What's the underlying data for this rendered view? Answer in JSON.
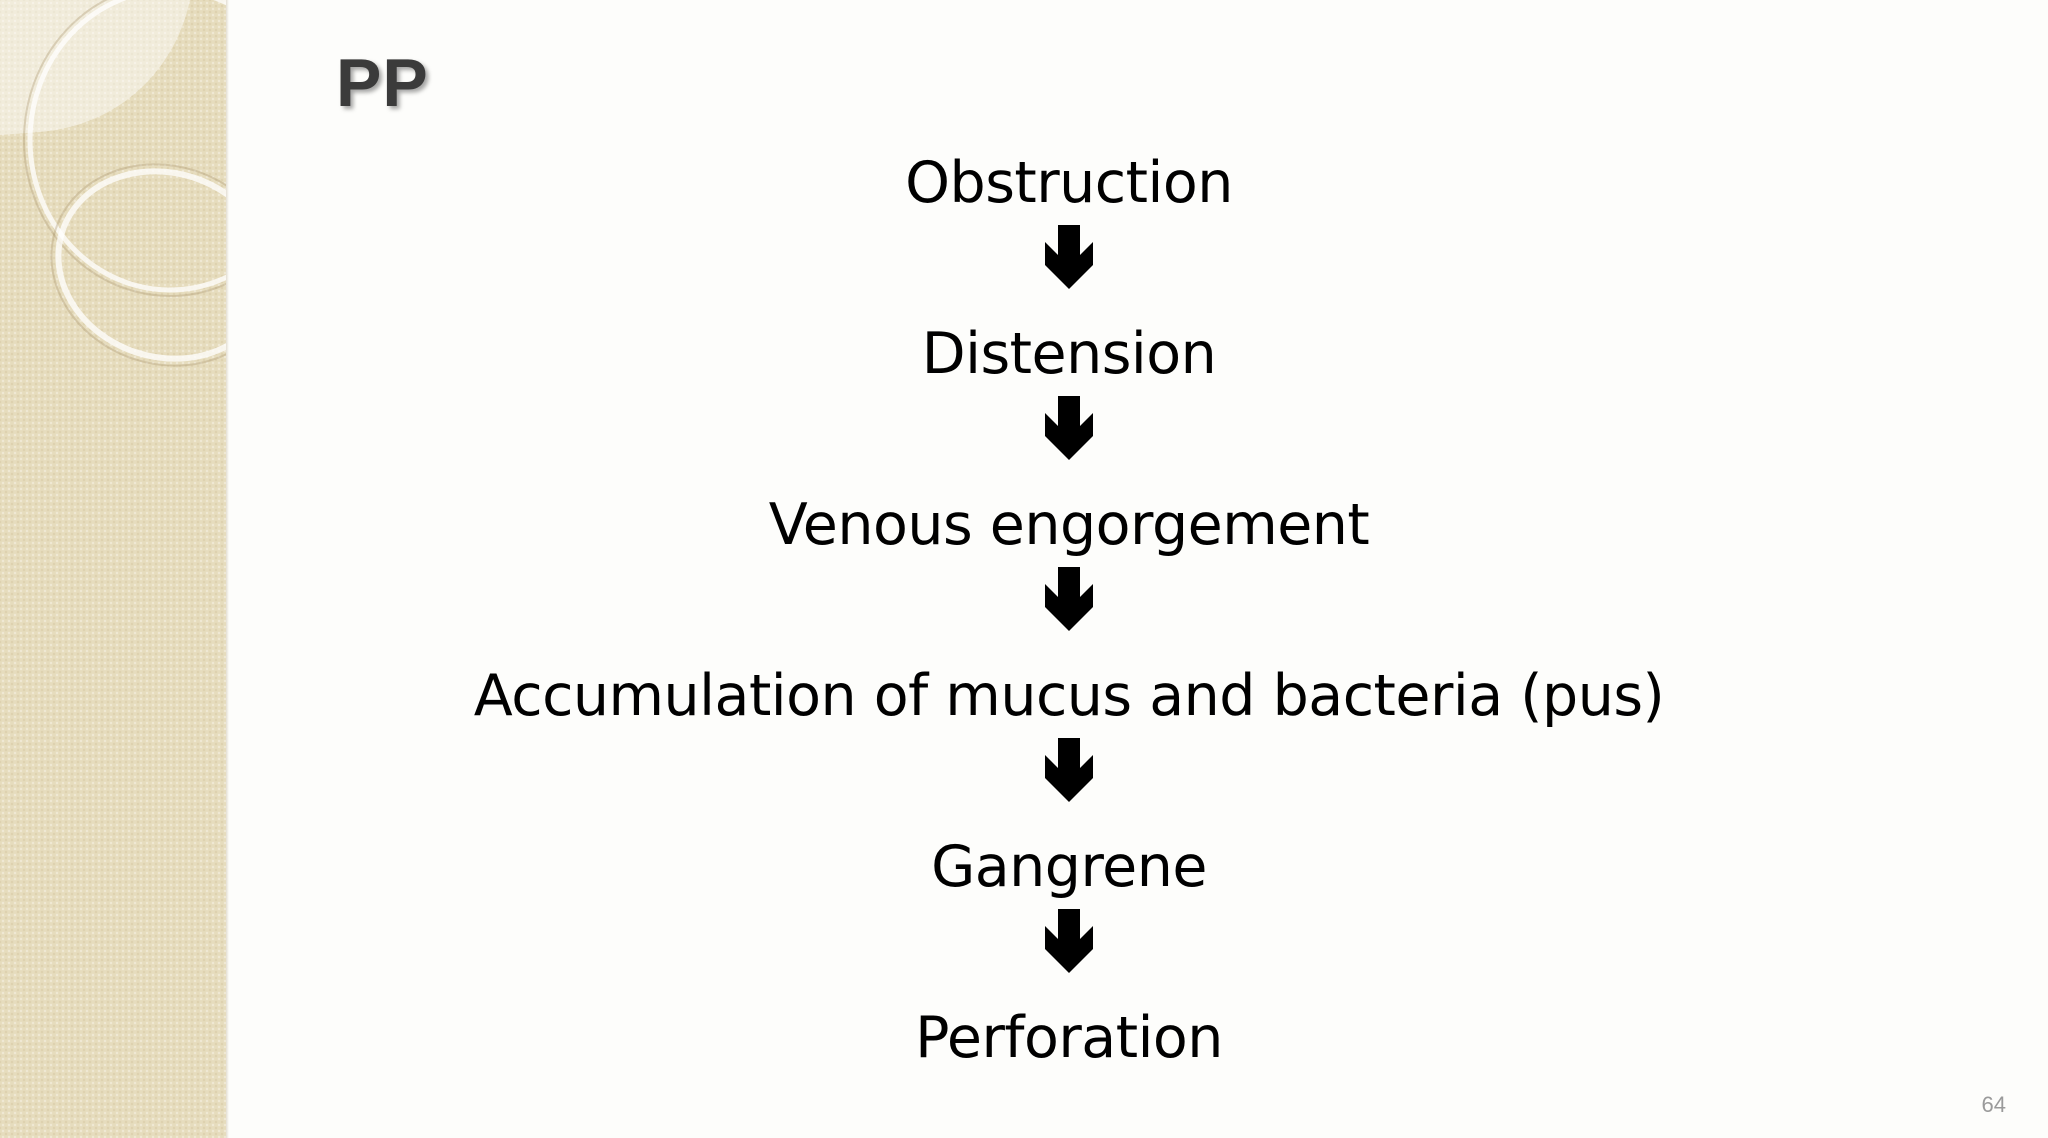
{
  "slide": {
    "title": "PP",
    "page_number": "64",
    "steps": [
      "Obstruction",
      "Distension",
      "Venous engorgement",
      "Accumulation of mucus and bacteria (pus)",
      "Gangrene",
      "Perforation"
    ]
  },
  "icons": {
    "arrow": "down-arrow-icon",
    "decoration": "ring-ornament"
  },
  "colors": {
    "sidebar": "#e6dcbd",
    "background": "#fdfdfb",
    "text": "#000000",
    "title": "#3b3b3b"
  }
}
